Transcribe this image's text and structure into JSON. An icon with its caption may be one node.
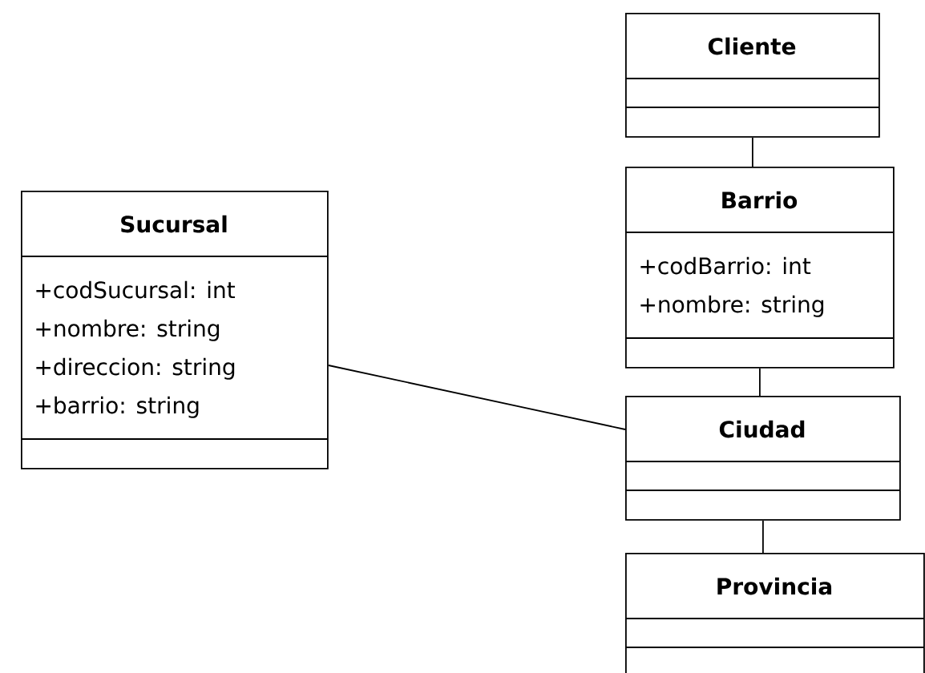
{
  "diagram": {
    "nodes": [
      {
        "text": [
          "Cliente"
        ]
      },
      {
        "text": [
          "Barrio",
          "+codBarrio: int",
          "+nombre: string"
        ]
      },
      {
        "text": [
          "Sucursal",
          "+codSucursal: int",
          "+nombre: string",
          "+direccion: string",
          "+barrio: string"
        ]
      },
      {
        "text": [
          "Ciudad"
        ]
      },
      {
        "text": [
          "Provincia"
        ]
      }
    ],
    "edges": [
      {
        "from": 0,
        "to": 1,
        "arrow": "none"
      },
      {
        "from": 1,
        "to": 3,
        "arrow": "none"
      },
      {
        "from": 2,
        "to": 3,
        "arrow": "none"
      },
      {
        "from": 3,
        "to": 4,
        "arrow": "none"
      }
    ]
  }
}
